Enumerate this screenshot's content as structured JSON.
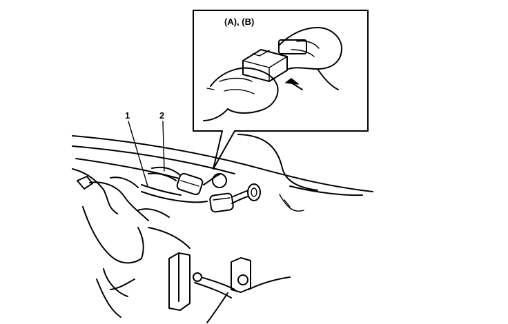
{
  "diagram": {
    "callout_label": "(A), (B)",
    "part_labels": [
      "1",
      "2"
    ],
    "colors": {
      "ink": "#000000",
      "paper": "#ffffff"
    }
  }
}
